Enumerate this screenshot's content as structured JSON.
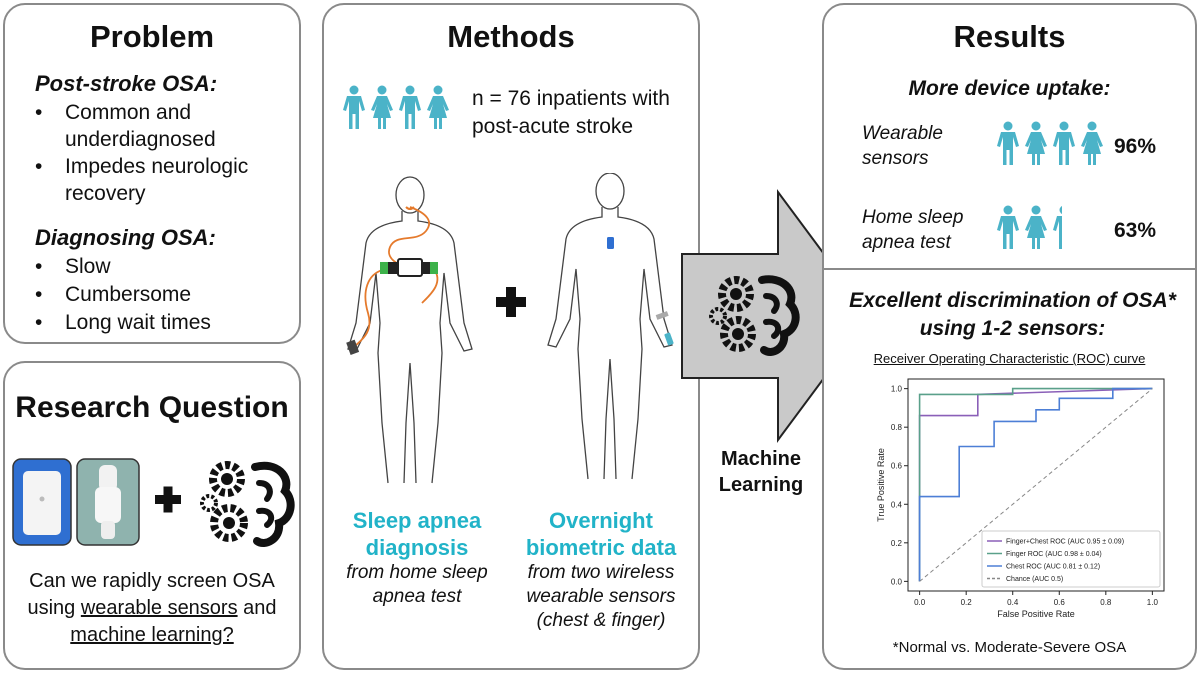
{
  "problem": {
    "title": "Problem",
    "subhead1": "Post-stroke OSA:",
    "bullets1": [
      "Common and underdiagnosed",
      "Impedes neurologic recovery"
    ],
    "subhead2": "Diagnosing OSA:",
    "bullets2": [
      "Slow",
      "Cumbersome",
      "Long wait times"
    ]
  },
  "research": {
    "title": "Research Question",
    "question_pre": "Can we rapidly screen OSA using ",
    "link1": "wearable sensors",
    "question_mid": " and ",
    "link2": "machine learning?"
  },
  "methods": {
    "title": "Methods",
    "cohort": "n = 76 inpatients with post-acute stroke",
    "left_caption_title": "Sleep apnea diagnosis",
    "left_caption_sub": "from home sleep apnea test",
    "right_caption_title": "Overnight biometric data",
    "right_caption_sub": "from two wireless wearable sensors (chest & finger)"
  },
  "arrow": {
    "label": "Machine Learning"
  },
  "results": {
    "title": "Results",
    "uptake_head": "More device uptake:",
    "rows": [
      {
        "label": "Wearable sensors",
        "value": "96%",
        "fraction": 0.96
      },
      {
        "label": "Home sleep apnea test",
        "value": "63%",
        "fraction": 0.63
      }
    ],
    "disc_head": "Excellent discrimination of OSA* using 1-2 sensors:",
    "roc_title": "Receiver Operating Characteristic (ROC) curve",
    "footnote": "*Normal vs. Moderate-Severe OSA"
  },
  "colors": {
    "teal": "#21b3c8",
    "people": "#4bb3c8",
    "orange": "#e57a2c",
    "finger_chest": "#8a5fb8",
    "finger": "#5aa08a",
    "chest": "#4d7fd6"
  },
  "chart_data": {
    "type": "line",
    "title": "",
    "xlabel": "False Positive Rate",
    "ylabel": "True Positive Rate",
    "xlim": [
      0,
      1
    ],
    "ylim": [
      0,
      1
    ],
    "xticks": [
      "0.0",
      "0.2",
      "0.4",
      "0.6",
      "0.8",
      "1.0"
    ],
    "yticks": [
      "0.0",
      "0.2",
      "0.4",
      "0.6",
      "0.8",
      "1.0"
    ],
    "legend_position": "bottom-right",
    "series": [
      {
        "name": "Finger+Chest ROC (AUC 0.95 ± 0.09)",
        "color": "#8a5fb8",
        "x": [
          0,
          0,
          0.25,
          0.25,
          1
        ],
        "y": [
          0,
          0.86,
          0.86,
          0.97,
          1
        ]
      },
      {
        "name": "Finger ROC (AUC 0.98 ± 0.04)",
        "color": "#5aa08a",
        "x": [
          0,
          0,
          0.4,
          0.4,
          1
        ],
        "y": [
          0,
          0.97,
          0.97,
          1,
          1
        ]
      },
      {
        "name": "Chest ROC (AUC 0.81 ± 0.12)",
        "color": "#4d7fd6",
        "x": [
          0,
          0,
          0.04,
          0.04,
          0.17,
          0.17,
          0.32,
          0.32,
          0.5,
          0.5,
          0.6,
          0.6,
          0.83,
          0.83,
          1
        ],
        "y": [
          0,
          0.44,
          0.44,
          0.44,
          0.44,
          0.7,
          0.7,
          0.83,
          0.83,
          0.89,
          0.89,
          0.95,
          0.95,
          1,
          1
        ]
      },
      {
        "name": "Chance (AUC 0.5)",
        "color": "#888888",
        "dashed": true,
        "x": [
          0,
          1
        ],
        "y": [
          0,
          1
        ]
      }
    ]
  }
}
